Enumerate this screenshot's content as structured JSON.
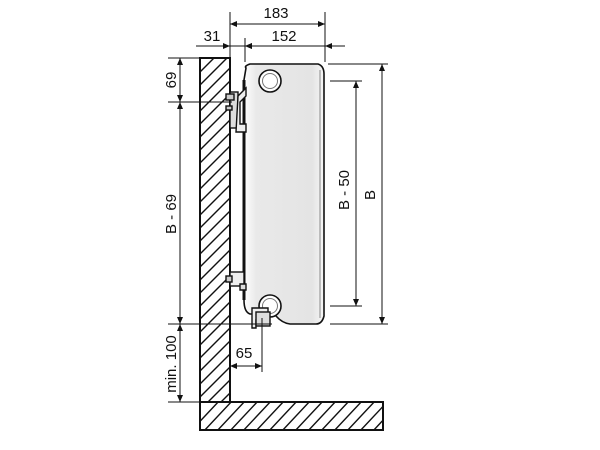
{
  "dimensions": {
    "overall_depth": "183",
    "radiator_depth": "152",
    "wall_gap": "31",
    "top_offset": "69",
    "bracket_span": "B - 69",
    "floor_clearance": "min. 100",
    "connection_offset": "65",
    "connection_span": "B - 50",
    "height": "B"
  }
}
